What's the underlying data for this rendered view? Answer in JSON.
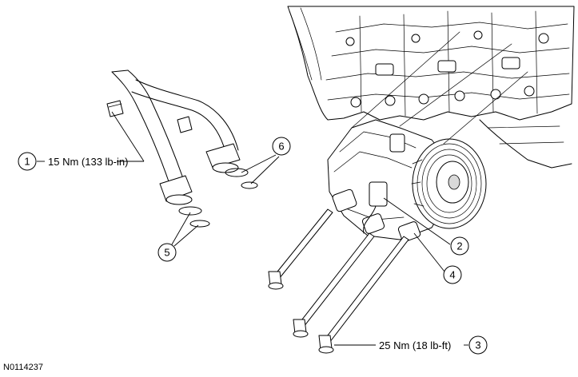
{
  "callouts": {
    "c1": {
      "number": "1",
      "spec": "15 Nm (133 lb-in)"
    },
    "c2": {
      "number": "2"
    },
    "c3": {
      "number": "3",
      "spec": "25 Nm (18 lb-ft)"
    },
    "c4": {
      "number": "4"
    },
    "c5": {
      "number": "5"
    },
    "c6": {
      "number": "6"
    }
  },
  "figure_code": "N0114237",
  "colors": {
    "ink": "#000000",
    "background": "#ffffff",
    "shade": "#d9d9d9"
  }
}
